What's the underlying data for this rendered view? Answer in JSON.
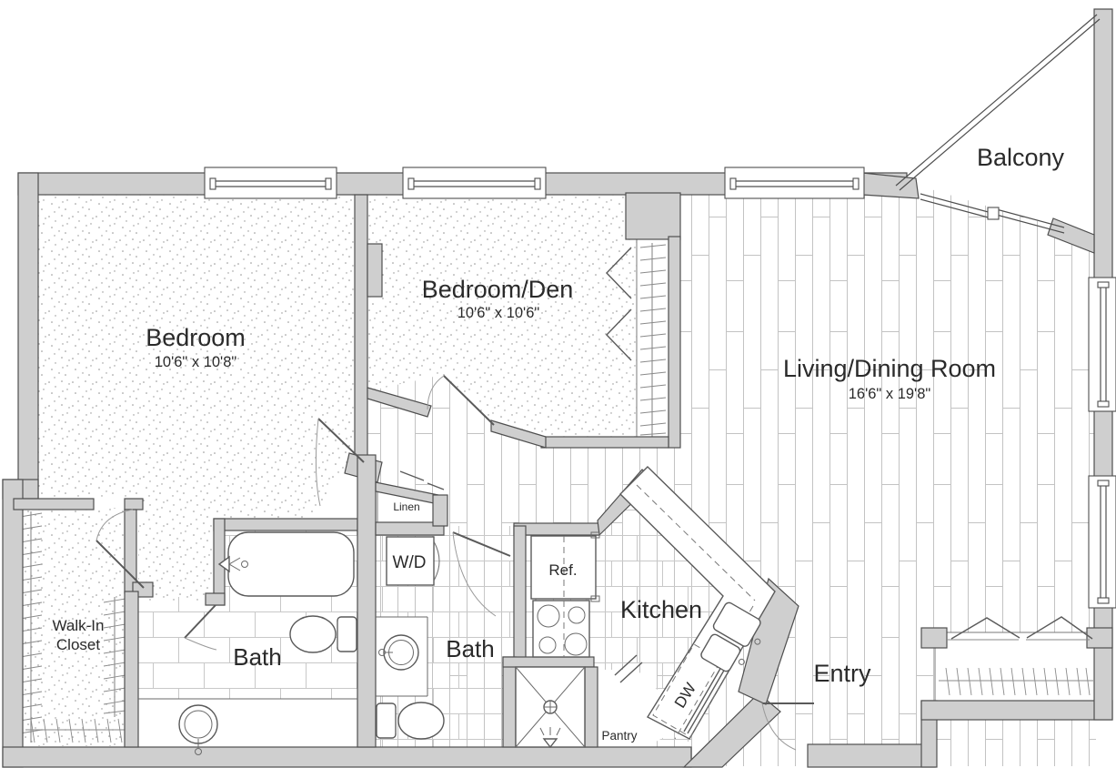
{
  "plan": {
    "rooms": {
      "bedroom": {
        "name": "Bedroom",
        "dims": "10'6\" x 10'8\""
      },
      "bedroom_den": {
        "name": "Bedroom/Den",
        "dims": "10'6\" x 10'6\""
      },
      "living_dining": {
        "name": "Living/Dining Room",
        "dims": "16'6\" x 19'8\""
      },
      "balcony": {
        "name": "Balcony"
      },
      "entry": {
        "name": "Entry"
      },
      "kitchen": {
        "name": "Kitchen"
      },
      "bath_primary": {
        "name": "Bath"
      },
      "bath_second": {
        "name": "Bath"
      },
      "walk_in_closet": {
        "line1": "Walk-In",
        "line2": "Closet"
      },
      "pantry": {
        "name": "Pantry"
      },
      "linen": {
        "name": "Linen"
      }
    },
    "appliances": {
      "washer_dryer": "W/D",
      "refrigerator": "Ref.",
      "dishwasher": "DW"
    },
    "colors": {
      "wall_fill": "#cfcfcf",
      "wall_outline": "#4f4f4f",
      "fixture_line": "#5a5a5a",
      "floor_pattern": "#c5c5c5",
      "text": "#2a2a2a",
      "background": "#ffffff"
    }
  }
}
